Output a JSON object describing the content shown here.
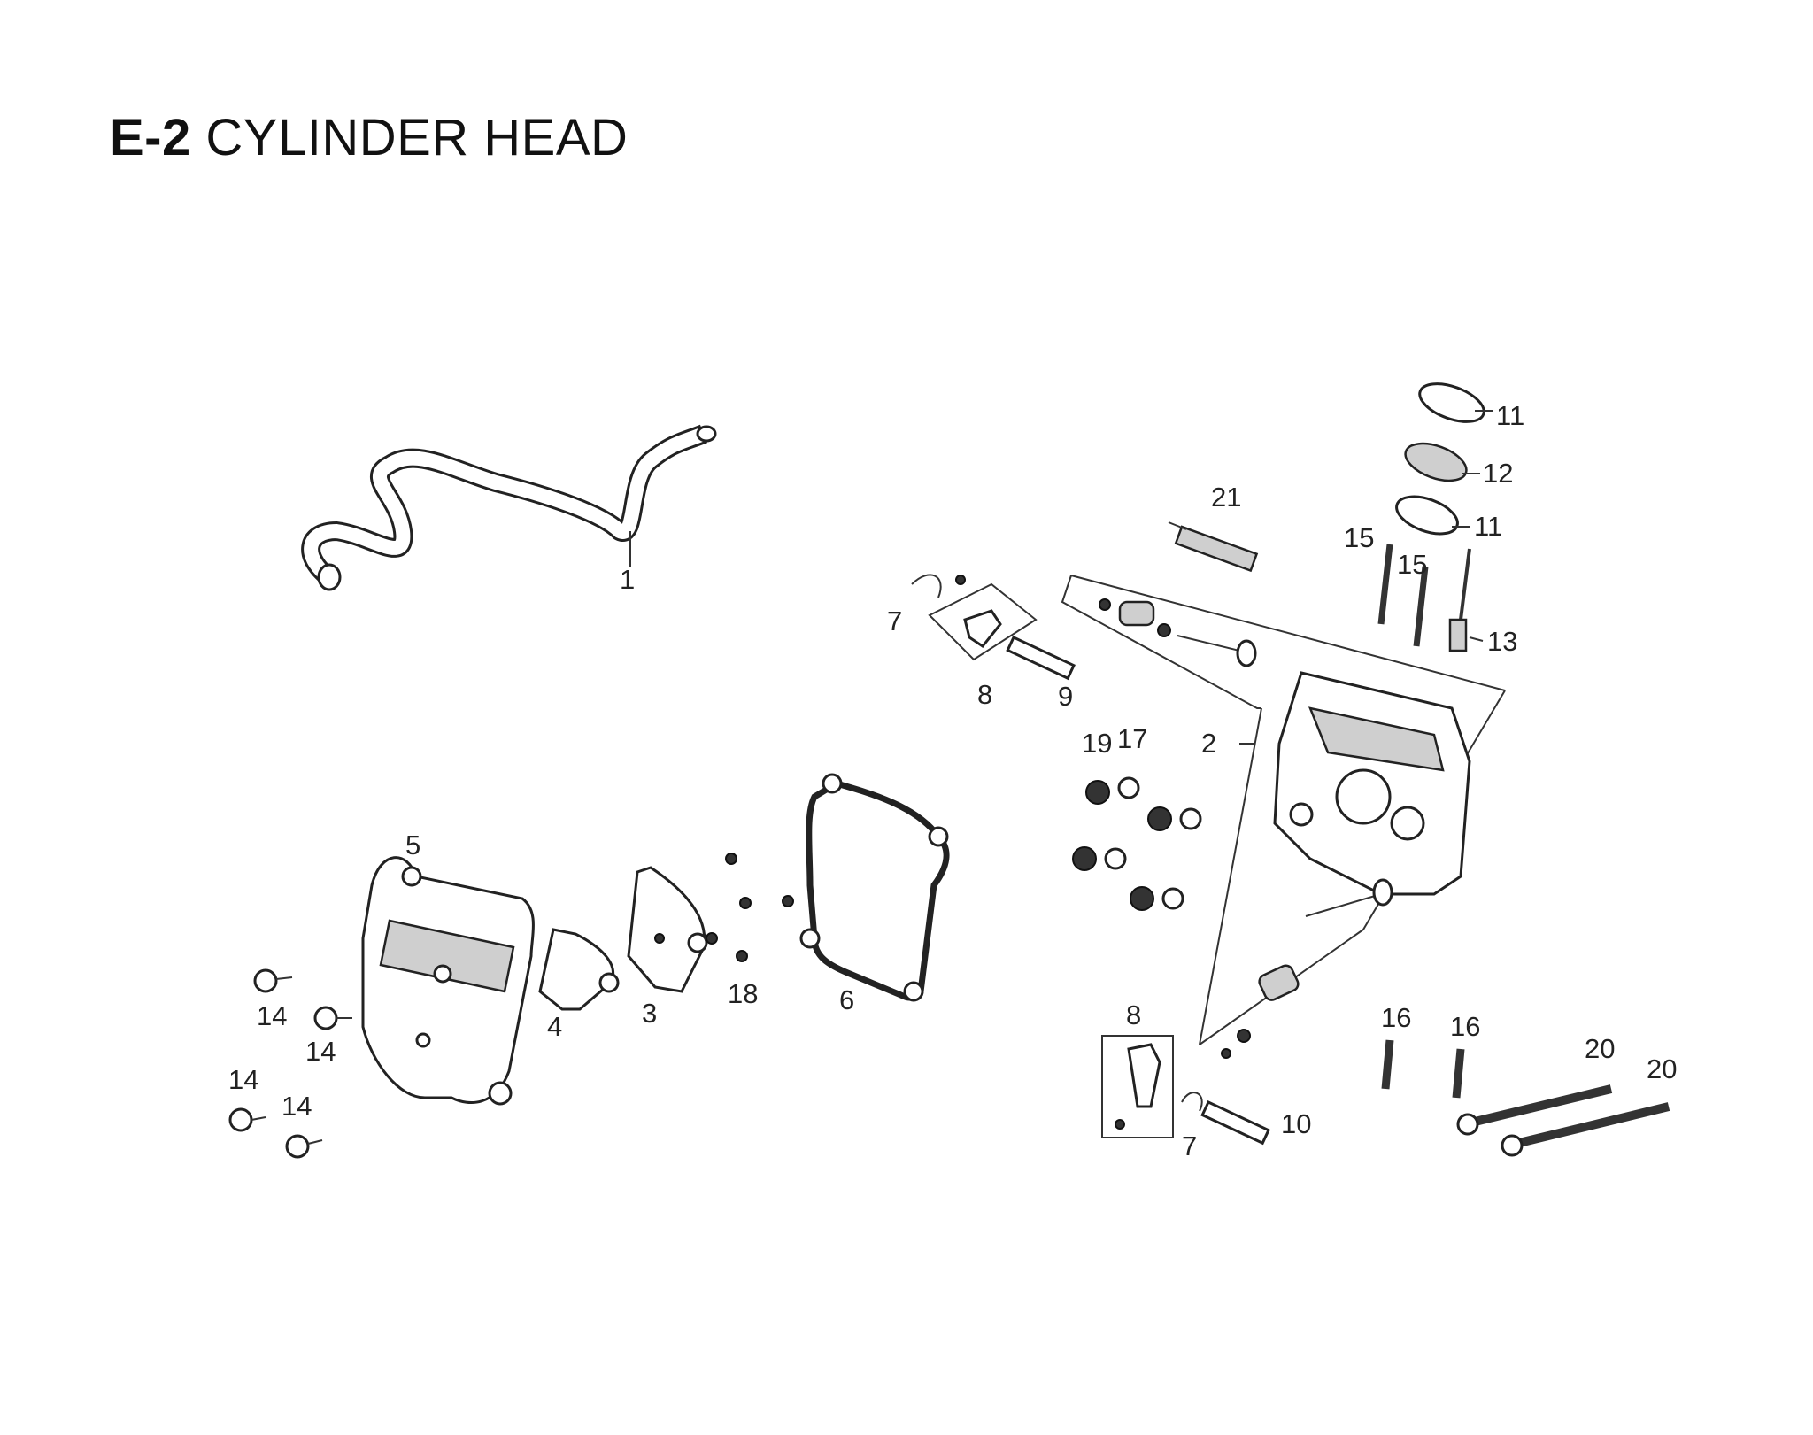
{
  "title": {
    "code": "E-2",
    "name": "CYLINDER HEAD"
  },
  "callouts": [
    {
      "id": "c1",
      "label": "1"
    },
    {
      "id": "c2",
      "label": "2"
    },
    {
      "id": "c3",
      "label": "3"
    },
    {
      "id": "c4",
      "label": "4"
    },
    {
      "id": "c5",
      "label": "5"
    },
    {
      "id": "c6",
      "label": "6"
    },
    {
      "id": "c7a",
      "label": "7"
    },
    {
      "id": "c7b",
      "label": "7"
    },
    {
      "id": "c8a",
      "label": "8"
    },
    {
      "id": "c8b",
      "label": "8"
    },
    {
      "id": "c9",
      "label": "9"
    },
    {
      "id": "c10",
      "label": "10"
    },
    {
      "id": "c11a",
      "label": "11"
    },
    {
      "id": "c11b",
      "label": "11"
    },
    {
      "id": "c12",
      "label": "12"
    },
    {
      "id": "c13",
      "label": "13"
    },
    {
      "id": "c14a",
      "label": "14"
    },
    {
      "id": "c14b",
      "label": "14"
    },
    {
      "id": "c14c",
      "label": "14"
    },
    {
      "id": "c14d",
      "label": "14"
    },
    {
      "id": "c15a",
      "label": "15"
    },
    {
      "id": "c15b",
      "label": "15"
    },
    {
      "id": "c16a",
      "label": "16"
    },
    {
      "id": "c16b",
      "label": "16"
    },
    {
      "id": "c17",
      "label": "17"
    },
    {
      "id": "c18",
      "label": "18"
    },
    {
      "id": "c19",
      "label": "19"
    },
    {
      "id": "c20a",
      "label": "20"
    },
    {
      "id": "c20b",
      "label": "20"
    },
    {
      "id": "c21",
      "label": "21"
    }
  ]
}
